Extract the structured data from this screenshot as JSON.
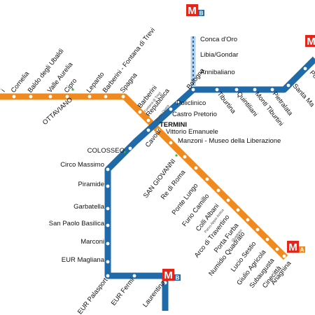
{
  "colors": {
    "line_a": "#f08a1e",
    "line_b": "#1f6aa8",
    "line_b1": "#1f6aa8",
    "line_b1_construction": "#b9cfe3",
    "logo_red": "#e2261c",
    "logo_a": "#f08a1e",
    "logo_b": "#1f6aa8",
    "station_fill": "#ffffff",
    "interchange_dot": "#33bb44"
  },
  "logos": [
    {
      "id": "logo-b-top",
      "letter": "M",
      "line": "B"
    },
    {
      "id": "logo-b-top-right",
      "letter": "M",
      "line": ""
    },
    {
      "id": "logo-a",
      "letter": "M",
      "line": "A"
    },
    {
      "id": "logo-b-bottom",
      "letter": "M",
      "line": "B"
    }
  ],
  "lines": [
    {
      "id": "A",
      "name": "Line A",
      "color_key": "line_a"
    },
    {
      "id": "B",
      "name": "Line B",
      "color_key": "line_b"
    },
    {
      "id": "B1",
      "name": "Line B1",
      "color_key": "line_b1"
    }
  ],
  "stations": [
    {
      "name": "Cornelia",
      "line": "A"
    },
    {
      "name": "Baldo degli Ubaldi",
      "line": "A"
    },
    {
      "name": "Valle Aurelia",
      "line": "A"
    },
    {
      "name": "Cipro",
      "line": "A"
    },
    {
      "name": "OTTAVIANO",
      "line": "A"
    },
    {
      "name": "Lepanto",
      "line": "A"
    },
    {
      "name": "Barberini - Fontana di Trevi",
      "line": "A"
    },
    {
      "name": "Spagna",
      "line": "A"
    },
    {
      "name": "Barberini",
      "line": "A"
    },
    {
      "name": "Repubblica",
      "line": "A"
    },
    {
      "name": "Fontana di Trevi",
      "line": "A"
    },
    {
      "name": "Teatro Opera",
      "line": "A"
    },
    {
      "name": "TERMINI",
      "line": "A/B"
    },
    {
      "name": "Vittorio Emanuele",
      "line": "A"
    },
    {
      "name": "Manzoni - Museo della Liberazione",
      "line": "A"
    },
    {
      "name": "SAN GIOVANNI",
      "line": "A"
    },
    {
      "name": "Re di Roma",
      "line": "A"
    },
    {
      "name": "Ponte Lungo",
      "line": "A"
    },
    {
      "name": "Furio Camillo",
      "line": "A"
    },
    {
      "name": "Colli Albani",
      "line": "A"
    },
    {
      "name": "Parco Appia Antica",
      "line": "A"
    },
    {
      "name": "Arco di Travertino",
      "line": "A"
    },
    {
      "name": "Porta Furba",
      "line": "A"
    },
    {
      "name": "Quadraro",
      "line": "A"
    },
    {
      "name": "Numidio Quadrato",
      "line": "A"
    },
    {
      "name": "Lucio Sestio",
      "line": "A"
    },
    {
      "name": "Giulio Agricola",
      "line": "A"
    },
    {
      "name": "Subaugusta",
      "line": "A"
    },
    {
      "name": "Cinecittà",
      "line": "A"
    },
    {
      "name": "Anagnina",
      "line": "A"
    },
    {
      "name": "Conca d'Oro",
      "line": "B1"
    },
    {
      "name": "Libia/Gondar",
      "line": "B1"
    },
    {
      "name": "Annibaliano",
      "line": "B1"
    },
    {
      "name": "Bologna",
      "line": "B"
    },
    {
      "name": "Tiburtina",
      "line": "B"
    },
    {
      "name": "Quintiliani",
      "line": "B"
    },
    {
      "name": "Monti Tiburtini",
      "line": "B"
    },
    {
      "name": "Pietralata",
      "line": "B"
    },
    {
      "name": "Santa Ma",
      "line": "B"
    },
    {
      "name": "Por",
      "line": "B"
    },
    {
      "name": "Policlinico",
      "line": "B"
    },
    {
      "name": "Castro Pretorio",
      "line": "B"
    },
    {
      "name": "Cavour",
      "line": "B"
    },
    {
      "name": "COLOSSEO",
      "line": "B"
    },
    {
      "name": "Circo Massimo",
      "line": "B"
    },
    {
      "name": "Piramide",
      "line": "B"
    },
    {
      "name": "Garbatella",
      "line": "B"
    },
    {
      "name": "San Paolo Basilica",
      "line": "B"
    },
    {
      "name": "Marconi",
      "line": "B"
    },
    {
      "name": "EUR Magliana",
      "line": "B"
    },
    {
      "name": "EUR Palasport",
      "line": "B"
    },
    {
      "name": "EUR Fermi",
      "line": "B"
    },
    {
      "name": "Laurentina",
      "line": "B"
    },
    {
      "name": "i",
      "line": "A"
    }
  ]
}
